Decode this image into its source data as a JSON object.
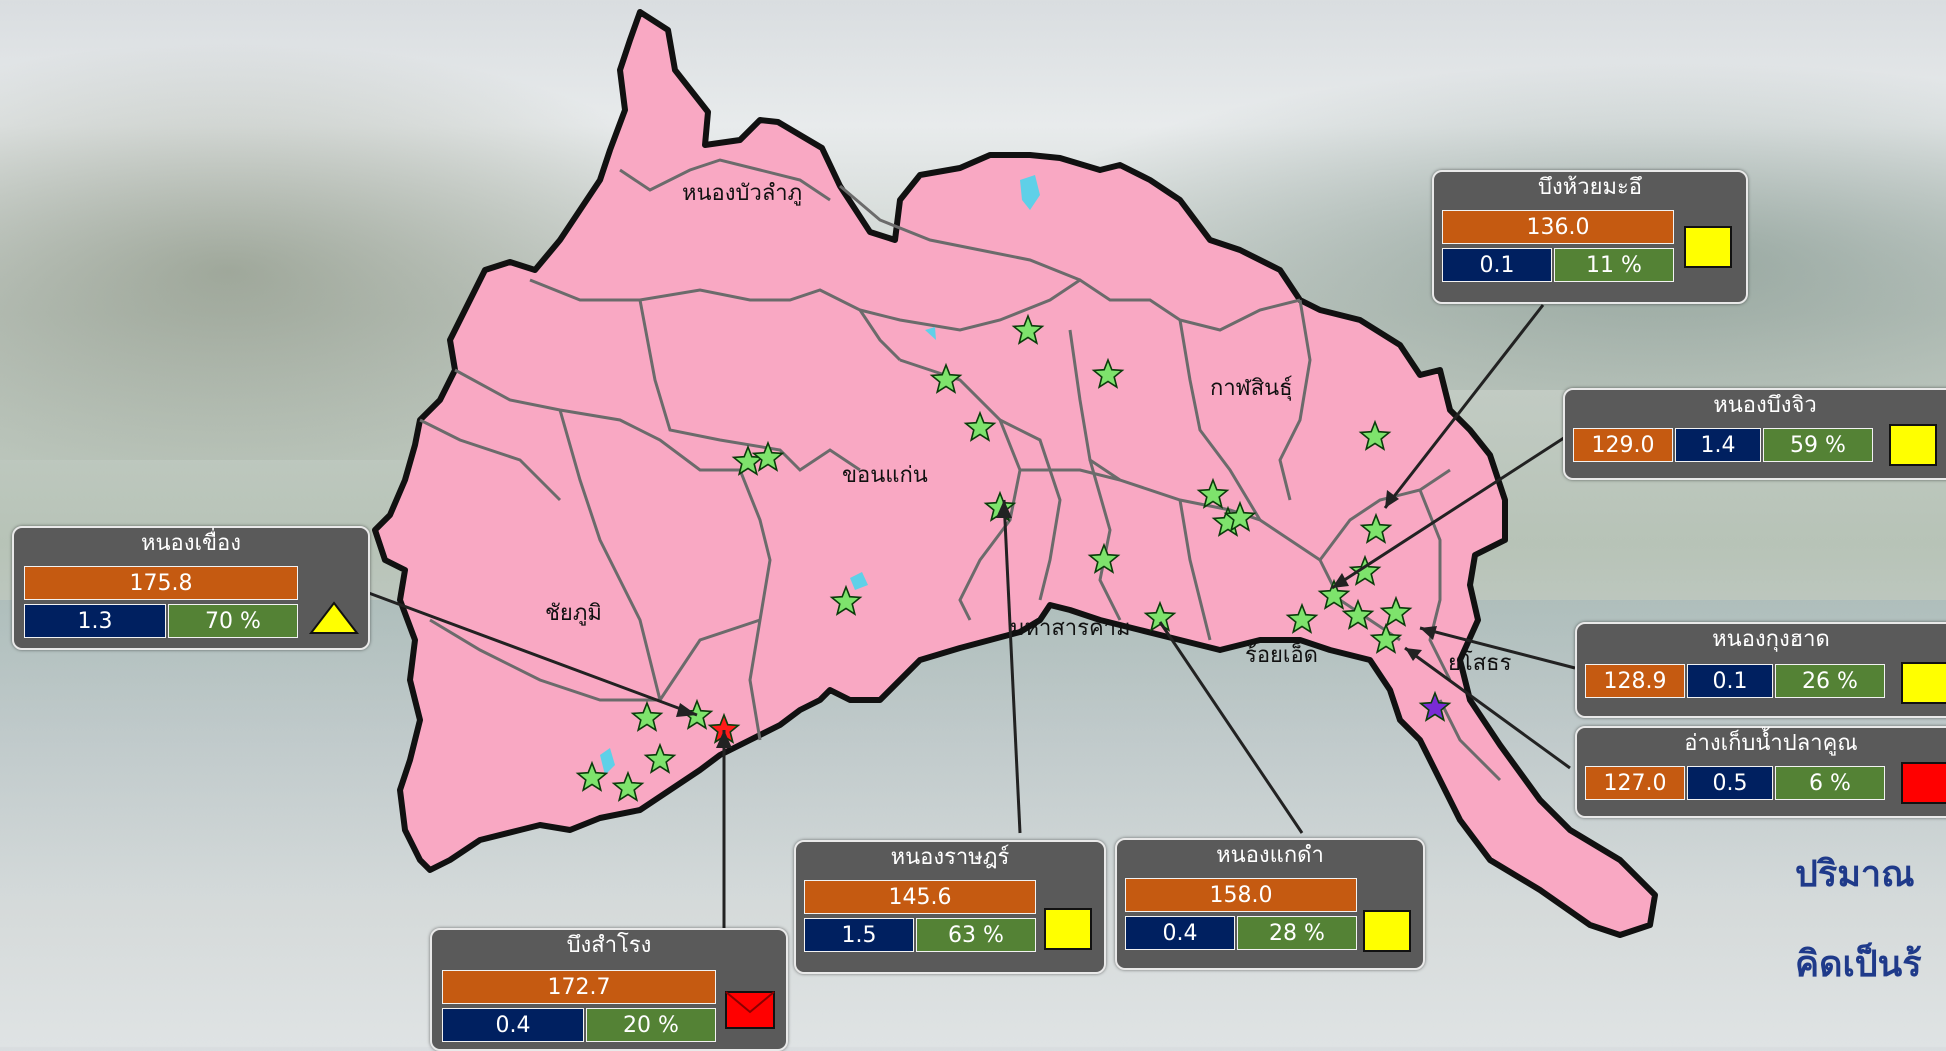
{
  "map": {
    "province_labels": [
      "หนองบัวลำภู",
      "ขอนแก่น",
      "กาฬสินธุ์",
      "ชัยภูมิ",
      "มหาสารคาม",
      "ร้อยเอ็ด",
      "ยโสธร"
    ],
    "colors": {
      "region_fill": "#f9a8c3",
      "region_outline": "#111111",
      "district_lines": "#6b6b6b",
      "station_star": "#7ee36c",
      "station_star_red": "#ff1a1a",
      "station_star_purple": "#7a2bd6",
      "water": "#5fd0e8"
    }
  },
  "reservoirs": [
    {
      "name": "บึงห้วยมะอึ",
      "volume": "136.0",
      "inflow": "0.1",
      "percent": "11 %",
      "status_icon": "yellow-square-icon"
    },
    {
      "name": "หนองบึงจิว",
      "volume": "129.0",
      "inflow": "1.4",
      "percent": "59 %",
      "status_icon": "yellow-square-icon"
    },
    {
      "name": "หนองเขื่อง",
      "volume": "175.8",
      "inflow": "1.3",
      "percent": "70 %",
      "status_icon": "yellow-triangle-icon"
    },
    {
      "name": "หนองกุงฮาด",
      "volume": "128.9",
      "inflow": "0.1",
      "percent": "26 %",
      "status_icon": "yellow-square-icon"
    },
    {
      "name": "อ่างเก็บน้ำปลาคูณ",
      "volume": "127.0",
      "inflow": "0.5",
      "percent": "6 %",
      "status_icon": "red-square-icon"
    },
    {
      "name": "หนองราษฎร์",
      "volume": "145.6",
      "inflow": "1.5",
      "percent": "63 %",
      "status_icon": "yellow-square-icon"
    },
    {
      "name": "หนองแกดำ",
      "volume": "158.0",
      "inflow": "0.4",
      "percent": "28 %",
      "status_icon": "yellow-square-icon"
    },
    {
      "name": "บึงสำโรง",
      "volume": "172.7",
      "inflow": "0.4",
      "percent": "20 %",
      "status_icon": "red-envelope-icon"
    }
  ],
  "right_text": {
    "line1": "ปริมาณ",
    "line2": "คิดเป็นร้"
  }
}
